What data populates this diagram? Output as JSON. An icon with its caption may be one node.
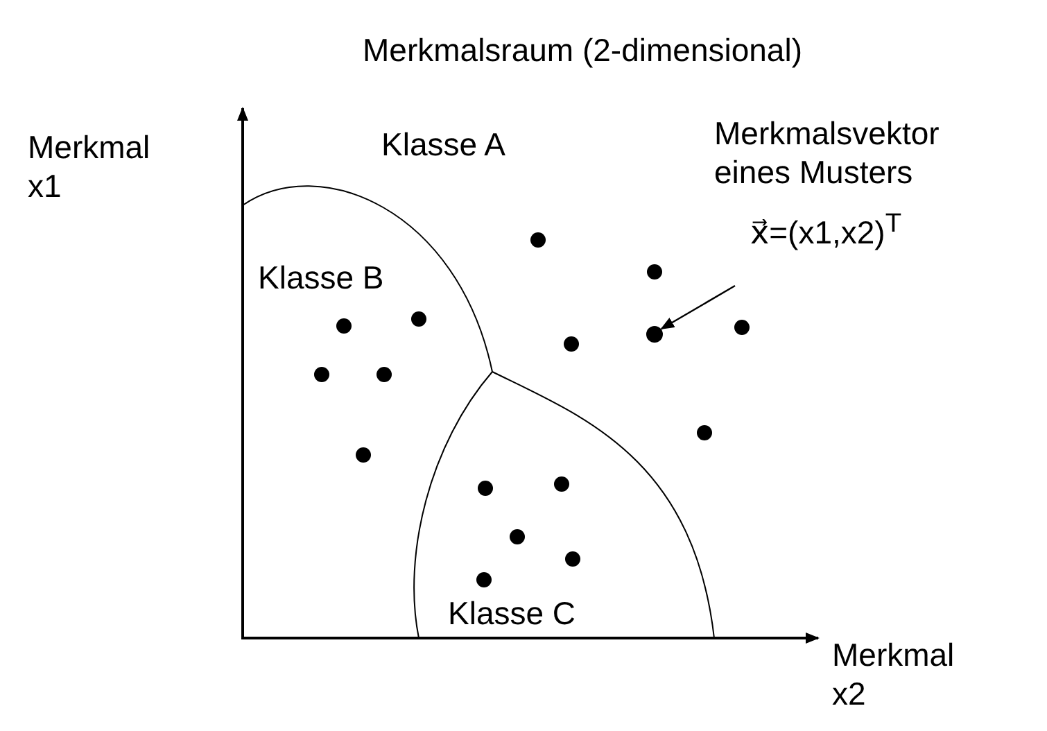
{
  "diagram": {
    "title": "Merkmalsraum (2-dimensional)",
    "nodes": [
      {
        "text": [
          "Merkmalsvektor eines Musters",
          "x⃗=(x1,x2)$^{T}$"
        ]
      },
      {
        "text": [],
        "shape": "circle"
      }
    ],
    "edges": [
      {
        "from": 0,
        "to": 1,
        "arrow": "to"
      }
    ],
    "labels": [
      "Merkmal x1",
      "Klasse A",
      "Klasse B",
      "Klasse C",
      "Merkmal x2"
    ]
  }
}
